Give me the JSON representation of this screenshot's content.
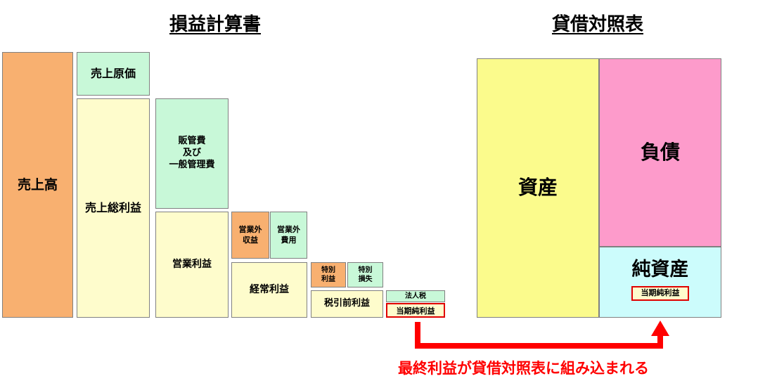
{
  "income_statement": {
    "title": "損益計算書",
    "revenue": "売上高",
    "cost_of_sales": "売上原価",
    "gross_profit": "売上総利益",
    "sga": "販管費\n及び\n一般管理費",
    "operating_income": "営業利益",
    "non_operating_income": "営業外\n収益",
    "non_operating_expenses": "営業外\n費用",
    "ordinary_income": "経常利益",
    "extraordinary_income": "特別\n利益",
    "extraordinary_loss": "特別\n損失",
    "pretax_income": "税引前利益",
    "income_tax": "法人税",
    "net_income": "当期純利益"
  },
  "balance_sheet": {
    "title": "貸借対照表",
    "assets": "資産",
    "liabilities": "負債",
    "net_assets": "純資産",
    "net_income": "当期純利益"
  },
  "caption": "最終利益が貸借対照表に組み込まれる",
  "colors": {
    "orange": "#f8b070",
    "cream": "#fefccc",
    "mint": "#c8f8d8",
    "yellow": "#fbfb8c",
    "pink": "#fd9bcb",
    "cyan": "#ccfcfc",
    "accent_red": "#ff0000"
  }
}
